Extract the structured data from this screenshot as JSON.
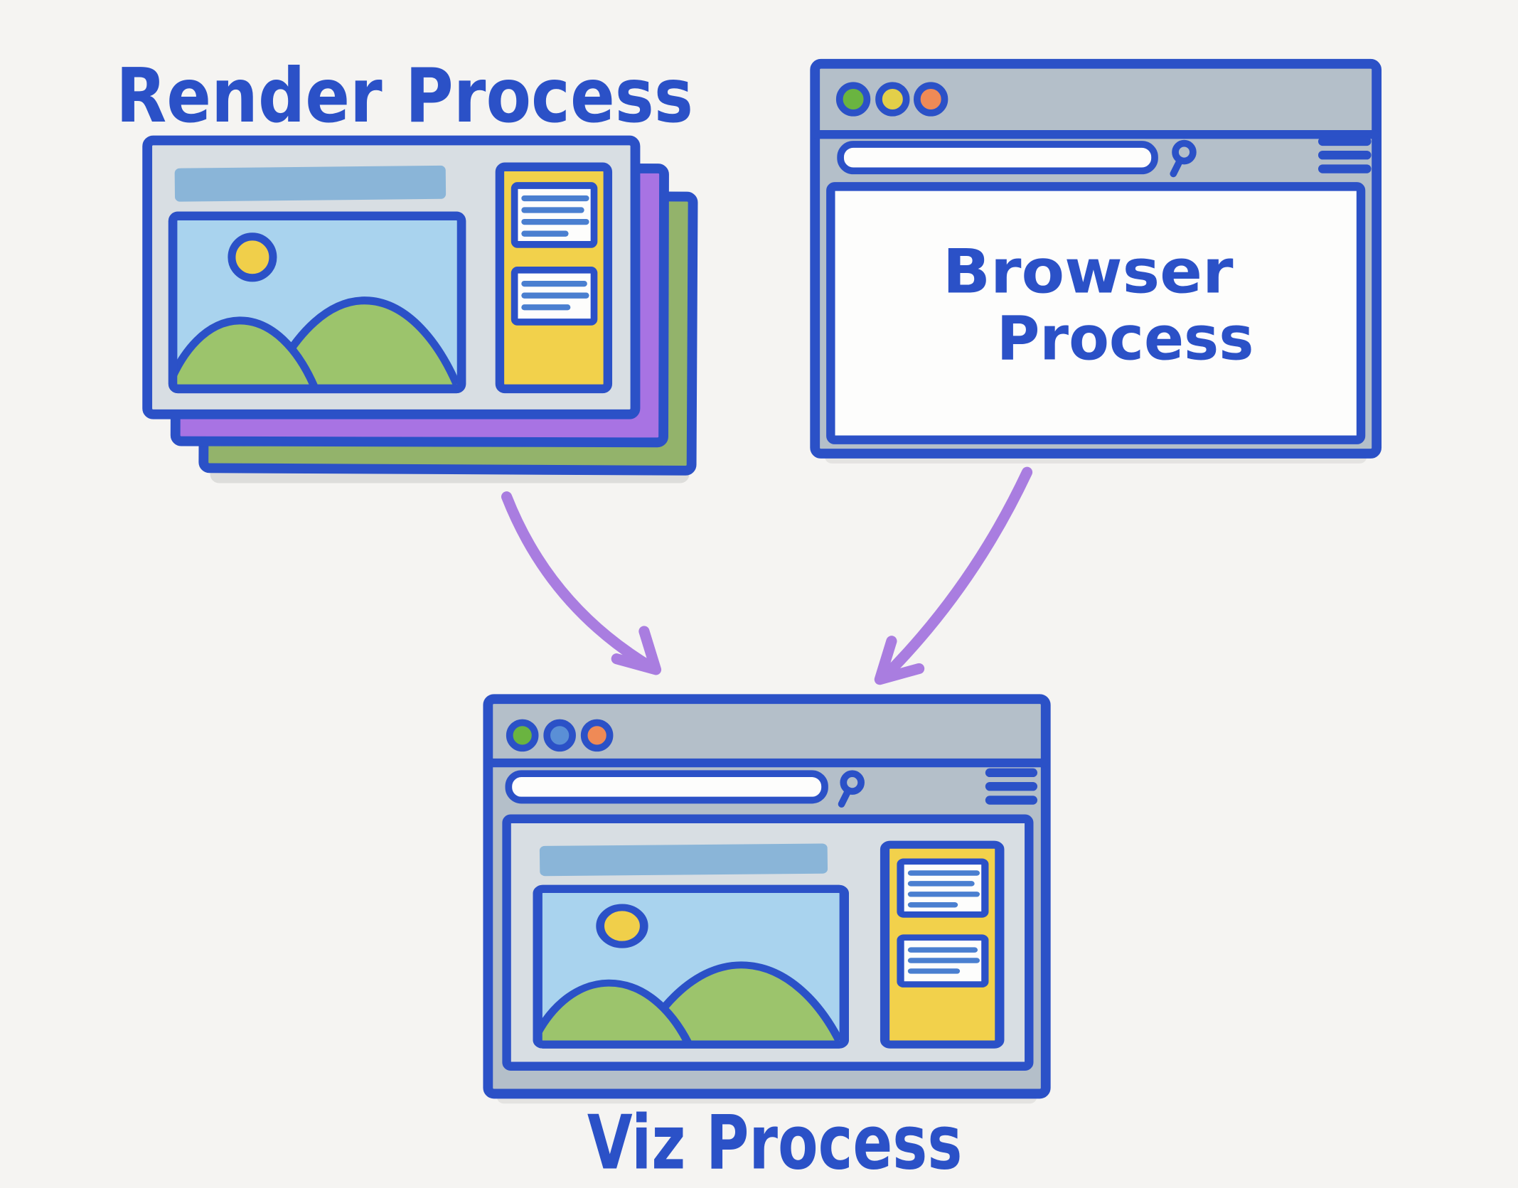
{
  "page": {
    "background": "#f5f4f2"
  },
  "labels": {
    "render": "Render Process",
    "browser_line1": "Browser",
    "browser_line2": "Process",
    "viz": "Viz Process"
  },
  "colors": {
    "ink": "#2b51c7",
    "text": "#2b51c7",
    "titlebar_gray": "#b4bfc9",
    "panel_gray": "#d8dee3",
    "white": "#fdfdfc",
    "header_bar": "#8ab5d8",
    "sky": "#a9d3ee",
    "hill": "#9cc46c",
    "sun": "#f0cf4a",
    "sidebar": "#f2d14b",
    "card_line": "#4a7fd0",
    "stack_purple": "#a873e3",
    "stack_green": "#93b36b",
    "arrow": "#a97de0",
    "dot_green": "#6ab440",
    "dot_yellow": "#e3cf49",
    "dot_orange": "#ef8a56",
    "dot_blue": "#5a8fd6",
    "shadow": "#a7aaa6"
  }
}
